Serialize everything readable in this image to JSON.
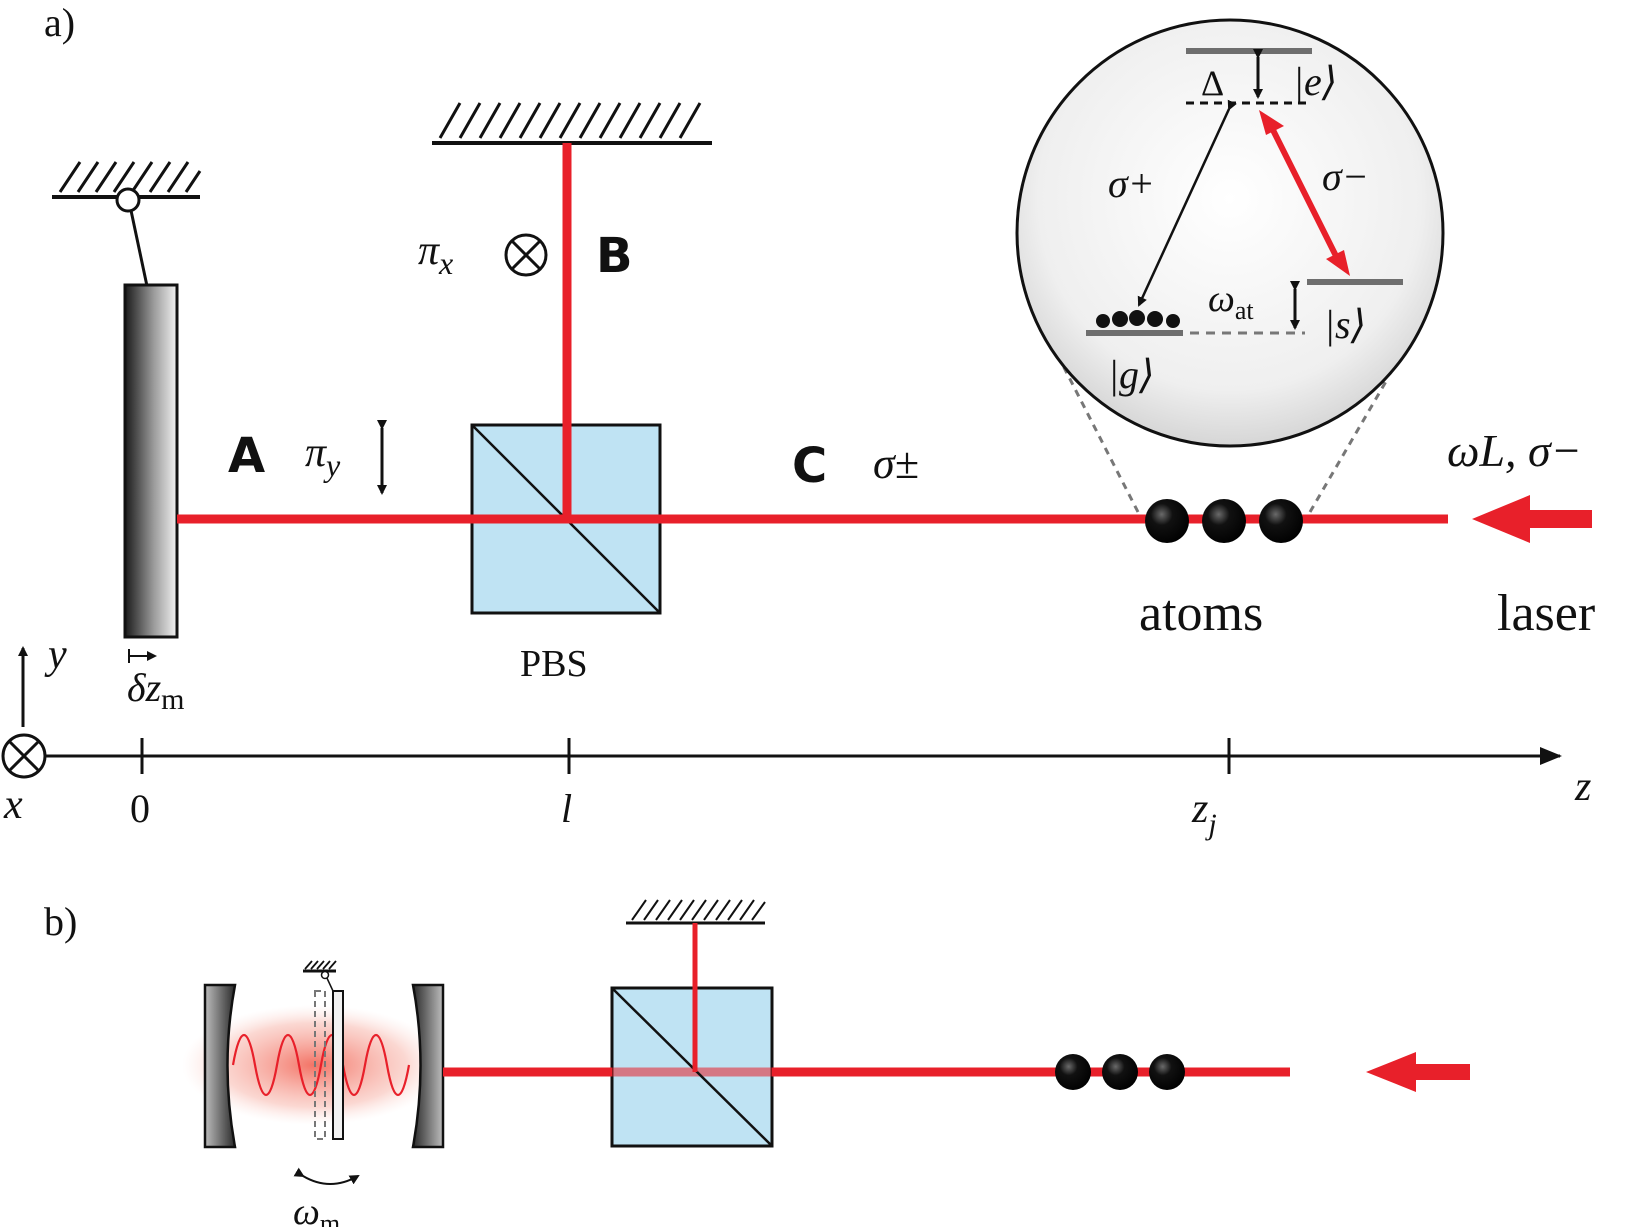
{
  "panels": {
    "a": "a)",
    "b": "b)"
  },
  "beams": {
    "A": "A",
    "B": "B",
    "C": "C"
  },
  "polarization": {
    "pi": "π",
    "x_sub": "x",
    "y_sub": "y",
    "sigma_pm": "σ±"
  },
  "labels": {
    "pbs": "PBS",
    "atoms": "atoms",
    "laser": "laser",
    "omega_L_sigma": "ωL, σ−",
    "delta_z": "δz",
    "delta_z_sub": "m",
    "omega_m": "ω",
    "omega_m_sub": "m"
  },
  "axes": {
    "y": "y",
    "x": "x",
    "z": "z",
    "ticks": [
      "0",
      "l",
      "z"
    ],
    "tick_j_sub": "j"
  },
  "level_scheme": {
    "e": "|e⟩",
    "s": "|s⟩",
    "g": "|g⟩",
    "delta": "Δ",
    "sigma_plus": "σ+",
    "sigma_minus": "σ−",
    "omega_at": "ω",
    "omega_at_sub": "at"
  },
  "colors": {
    "beam": "#e8202a",
    "pbs_fill": "#bfe3f3",
    "ink": "#111111",
    "level_gray": "#6e6e6e"
  }
}
